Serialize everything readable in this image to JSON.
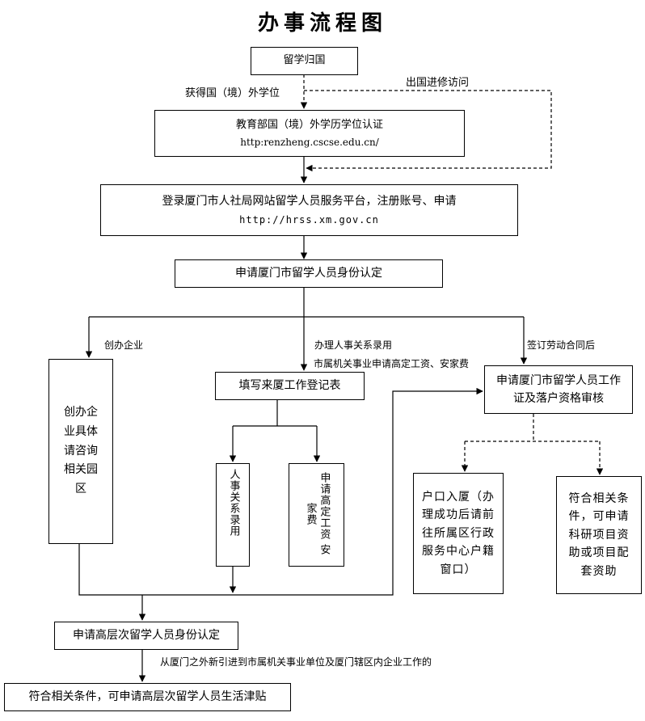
{
  "title": "办事流程图",
  "boxes": {
    "return": "留学归国",
    "cert": "教育部国（境）外学历学位认证",
    "cert_url": "http:renzheng.cscse.edu.cn/",
    "register": "登录厦门市人社局网站留学人员服务平台，注册账号、申请",
    "register_url": "http://hrss.xm.gov.cn",
    "identity": "申请厦门市留学人员身份认定",
    "startup": "创办企业具体请咨询相关园区",
    "form": "填写来厦工作登记表",
    "personnel": "人事关系录用",
    "allowance": "申请高定工资 安家费",
    "review": "申请厦门市留学人员工作证及落户资格审核",
    "hukou": "户口入厦（办理成功后请前往所属区行政服务中心户籍窗口）",
    "research": "符合相关条件，可申请科研项目资助或项目配套资助",
    "high_identity": "申请高层次留学人员身份认定",
    "subsidy": "符合相关条件，可申请高层次留学人员生活津贴"
  },
  "labels": {
    "degree": "获得国（境）外学位",
    "visiting": "出国进修访问",
    "startup": "创办企业",
    "personnel_1": "办理人事关系录用",
    "personnel_2": "市属机关事业申请高定工资、安家费",
    "contract": "签订劳动合同后",
    "newly": "从厦门之外新引进到市属机关事业单位及厦门辖区内企业工作的"
  }
}
